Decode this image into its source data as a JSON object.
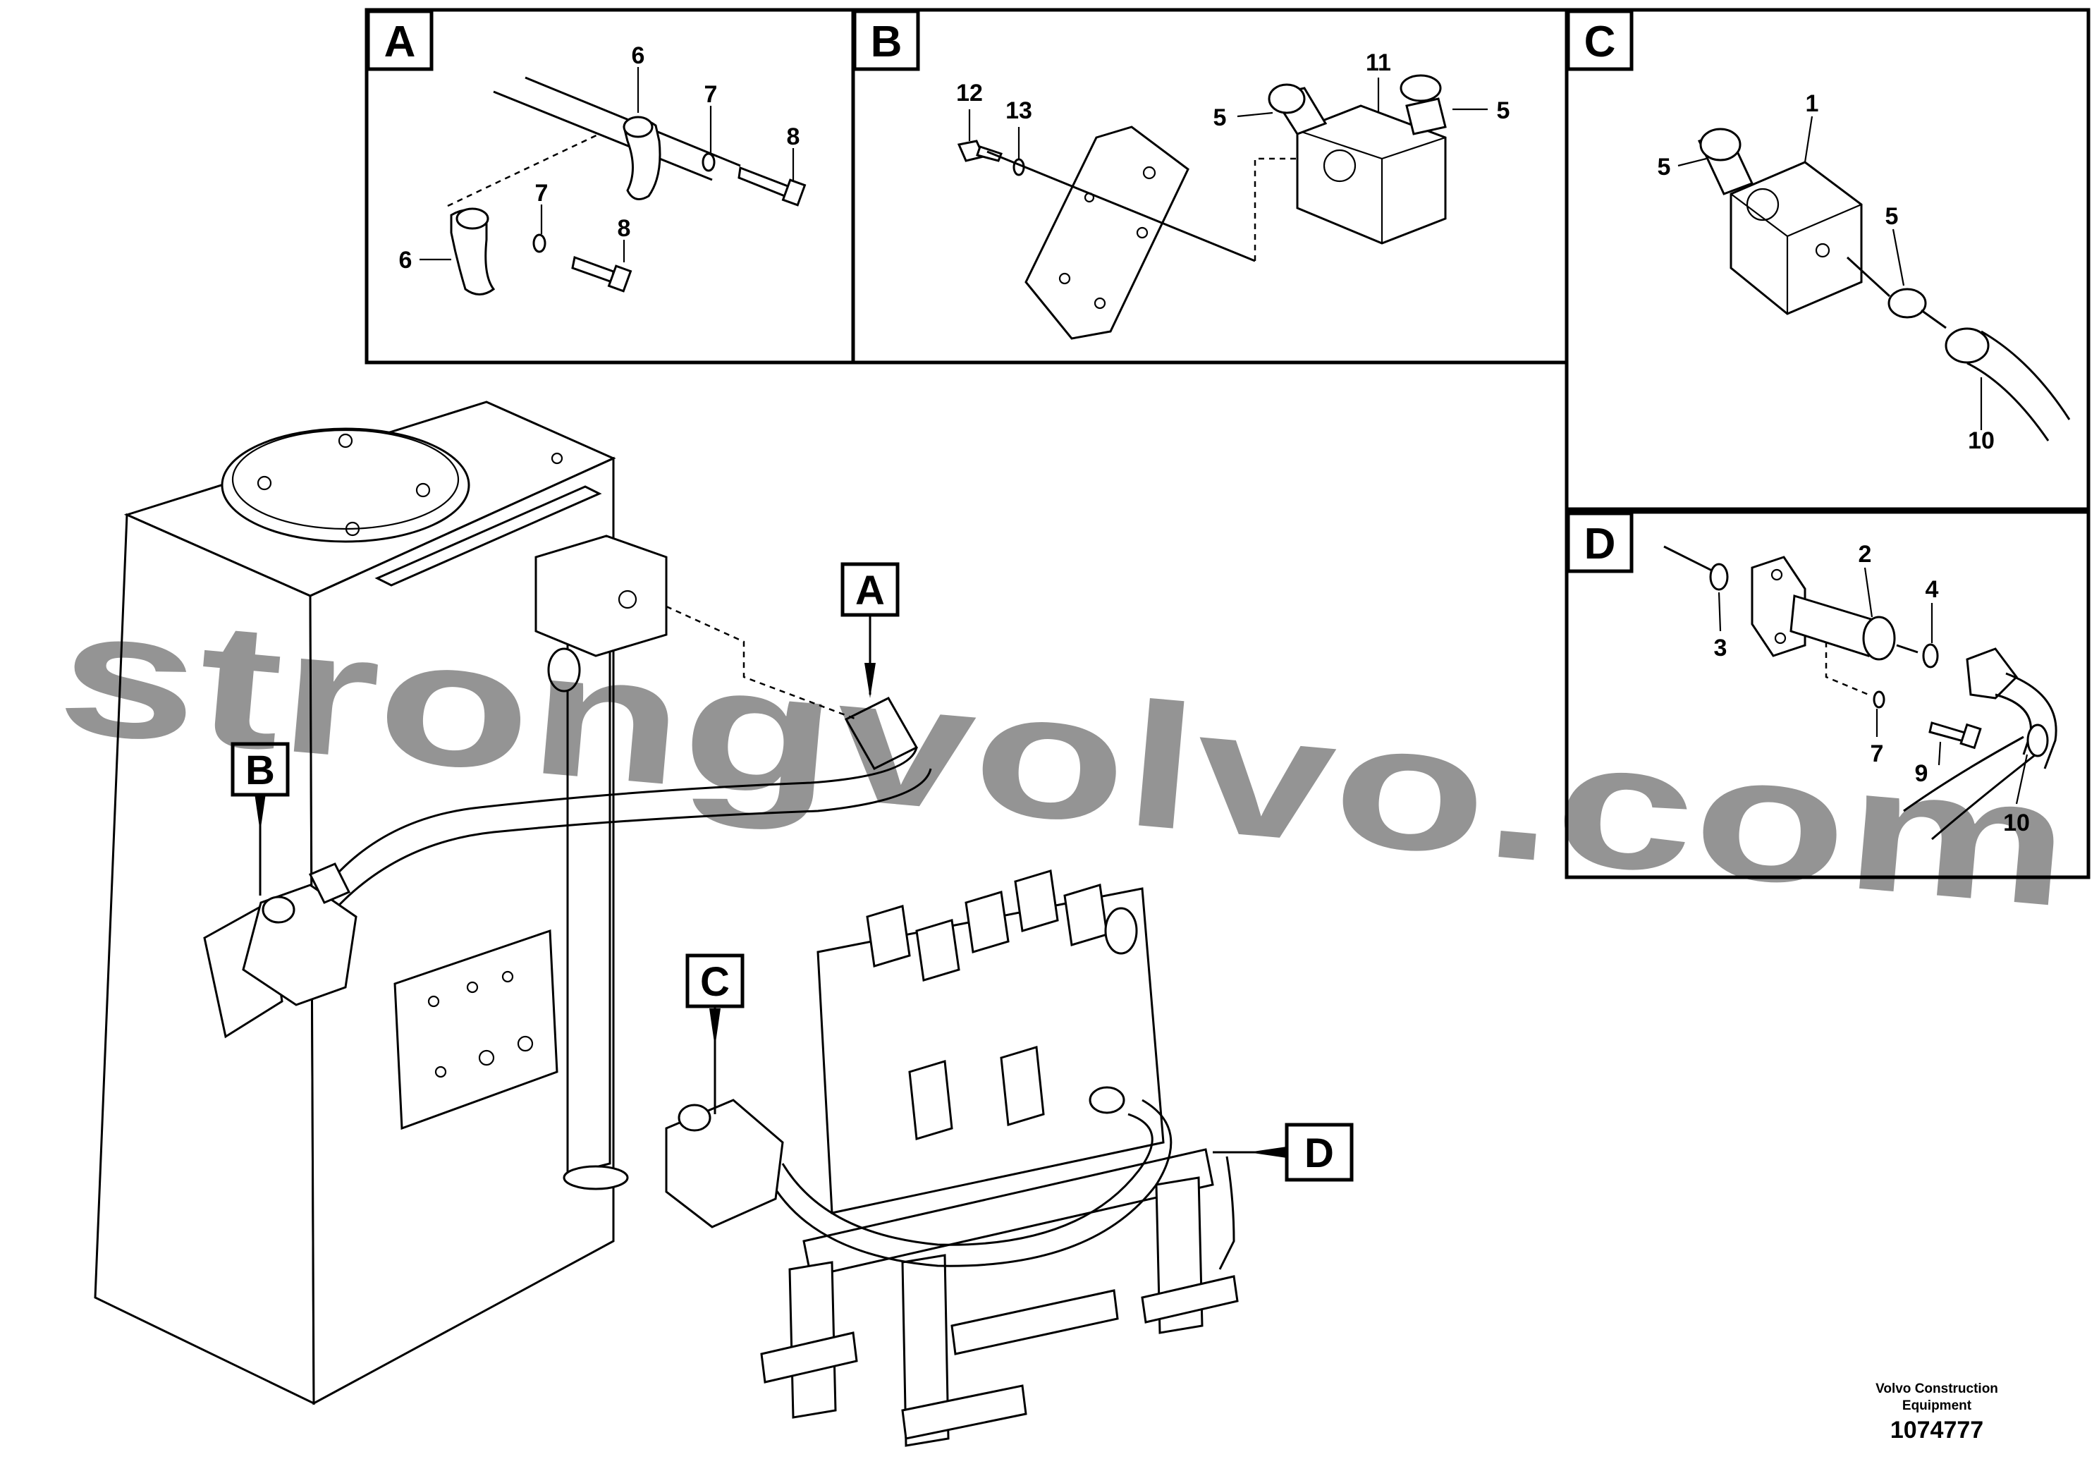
{
  "detail_boxes": [
    {
      "letter": "A"
    },
    {
      "letter": "B"
    },
    {
      "letter": "C"
    },
    {
      "letter": "D"
    }
  ],
  "callouts": {
    "main": {
      "A": "A",
      "B": "B",
      "C": "C",
      "D": "D"
    }
  },
  "part_labels": {
    "a_6_top": "6",
    "a_7_top": "7",
    "a_8_top": "8",
    "a_7_bot": "7",
    "a_8_bot": "8",
    "a_6_bot": "6",
    "b_12": "12",
    "b_13": "13",
    "b_11": "11",
    "b_5_left": "5",
    "b_5_right": "5",
    "c_1": "1",
    "c_5_left": "5",
    "c_5_right": "5",
    "c_10": "10",
    "d_2": "2",
    "d_4": "4",
    "d_3": "3",
    "d_7": "7",
    "d_9": "9",
    "d_10": "10"
  },
  "watermark": "strongvolvo.com",
  "footer": {
    "brand_line1": "Volvo Construction",
    "brand_line2": "Equipment",
    "drawing_number": "1074777"
  }
}
